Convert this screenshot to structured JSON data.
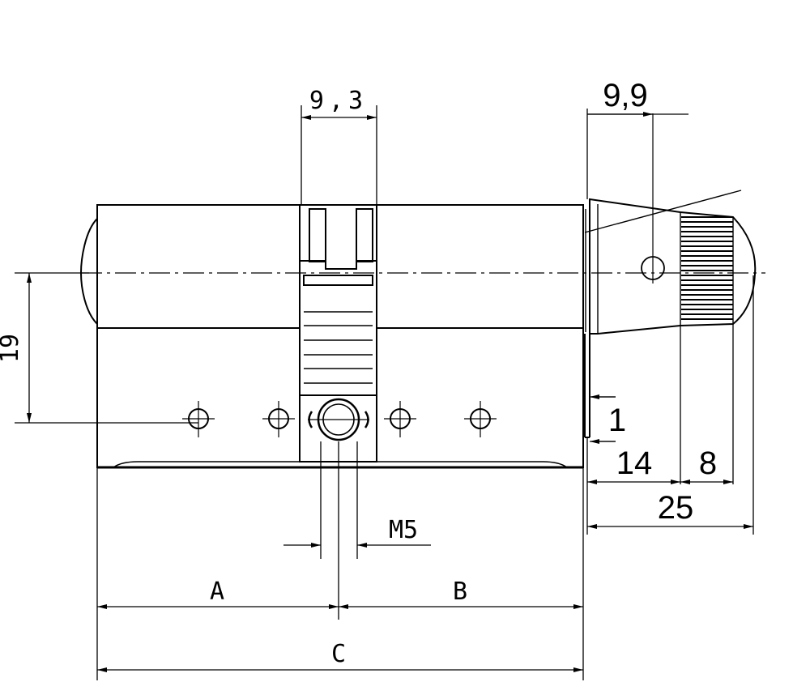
{
  "drawing": {
    "title": "",
    "line_color": "#000000",
    "background": "#ffffff"
  },
  "dimensions": {
    "offset_9_3": "9,3",
    "knob_9_9": "9,9",
    "height_19": "19",
    "gap_1": "1",
    "knob_14": "14",
    "knob_8": "8",
    "knob_25": "25",
    "thread_m5": "M5",
    "length_a": "A",
    "length_b": "B",
    "length_c": "C"
  }
}
